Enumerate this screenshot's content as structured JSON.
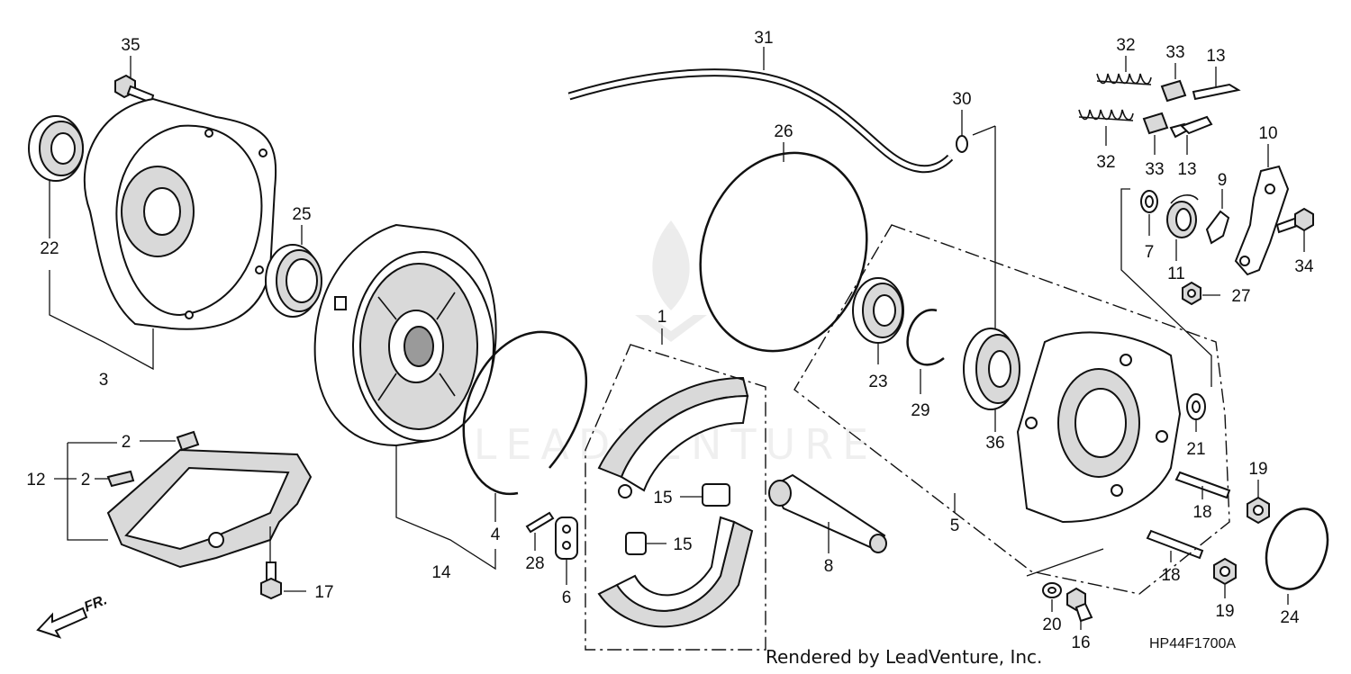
{
  "labels": {
    "p1": "1",
    "p2a": "2",
    "p2b": "2",
    "p3": "3",
    "p4": "4",
    "p5": "5",
    "p6": "6",
    "p7": "7",
    "p8": "8",
    "p9": "9",
    "p10": "10",
    "p11": "11",
    "p12": "12",
    "p13a": "13",
    "p13b": "13",
    "p14": "14",
    "p15a": "15",
    "p15b": "15",
    "p16": "16",
    "p17": "17",
    "p18a": "18",
    "p18b": "18",
    "p19a": "19",
    "p19b": "19",
    "p20": "20",
    "p21": "21",
    "p22": "22",
    "p23": "23",
    "p24": "24",
    "p25": "25",
    "p26": "26",
    "p27": "27",
    "p28": "28",
    "p29": "29",
    "p30": "30",
    "p31": "31",
    "p32a": "32",
    "p32b": "32",
    "p33a": "33",
    "p33b": "33",
    "p34": "34",
    "p35": "35",
    "p36": "36"
  },
  "diagram_code": "HP44F1700A",
  "credit": "Rendered by LeadVenture, Inc.",
  "watermark": "LEADVENTURE",
  "direction_label": "FR."
}
